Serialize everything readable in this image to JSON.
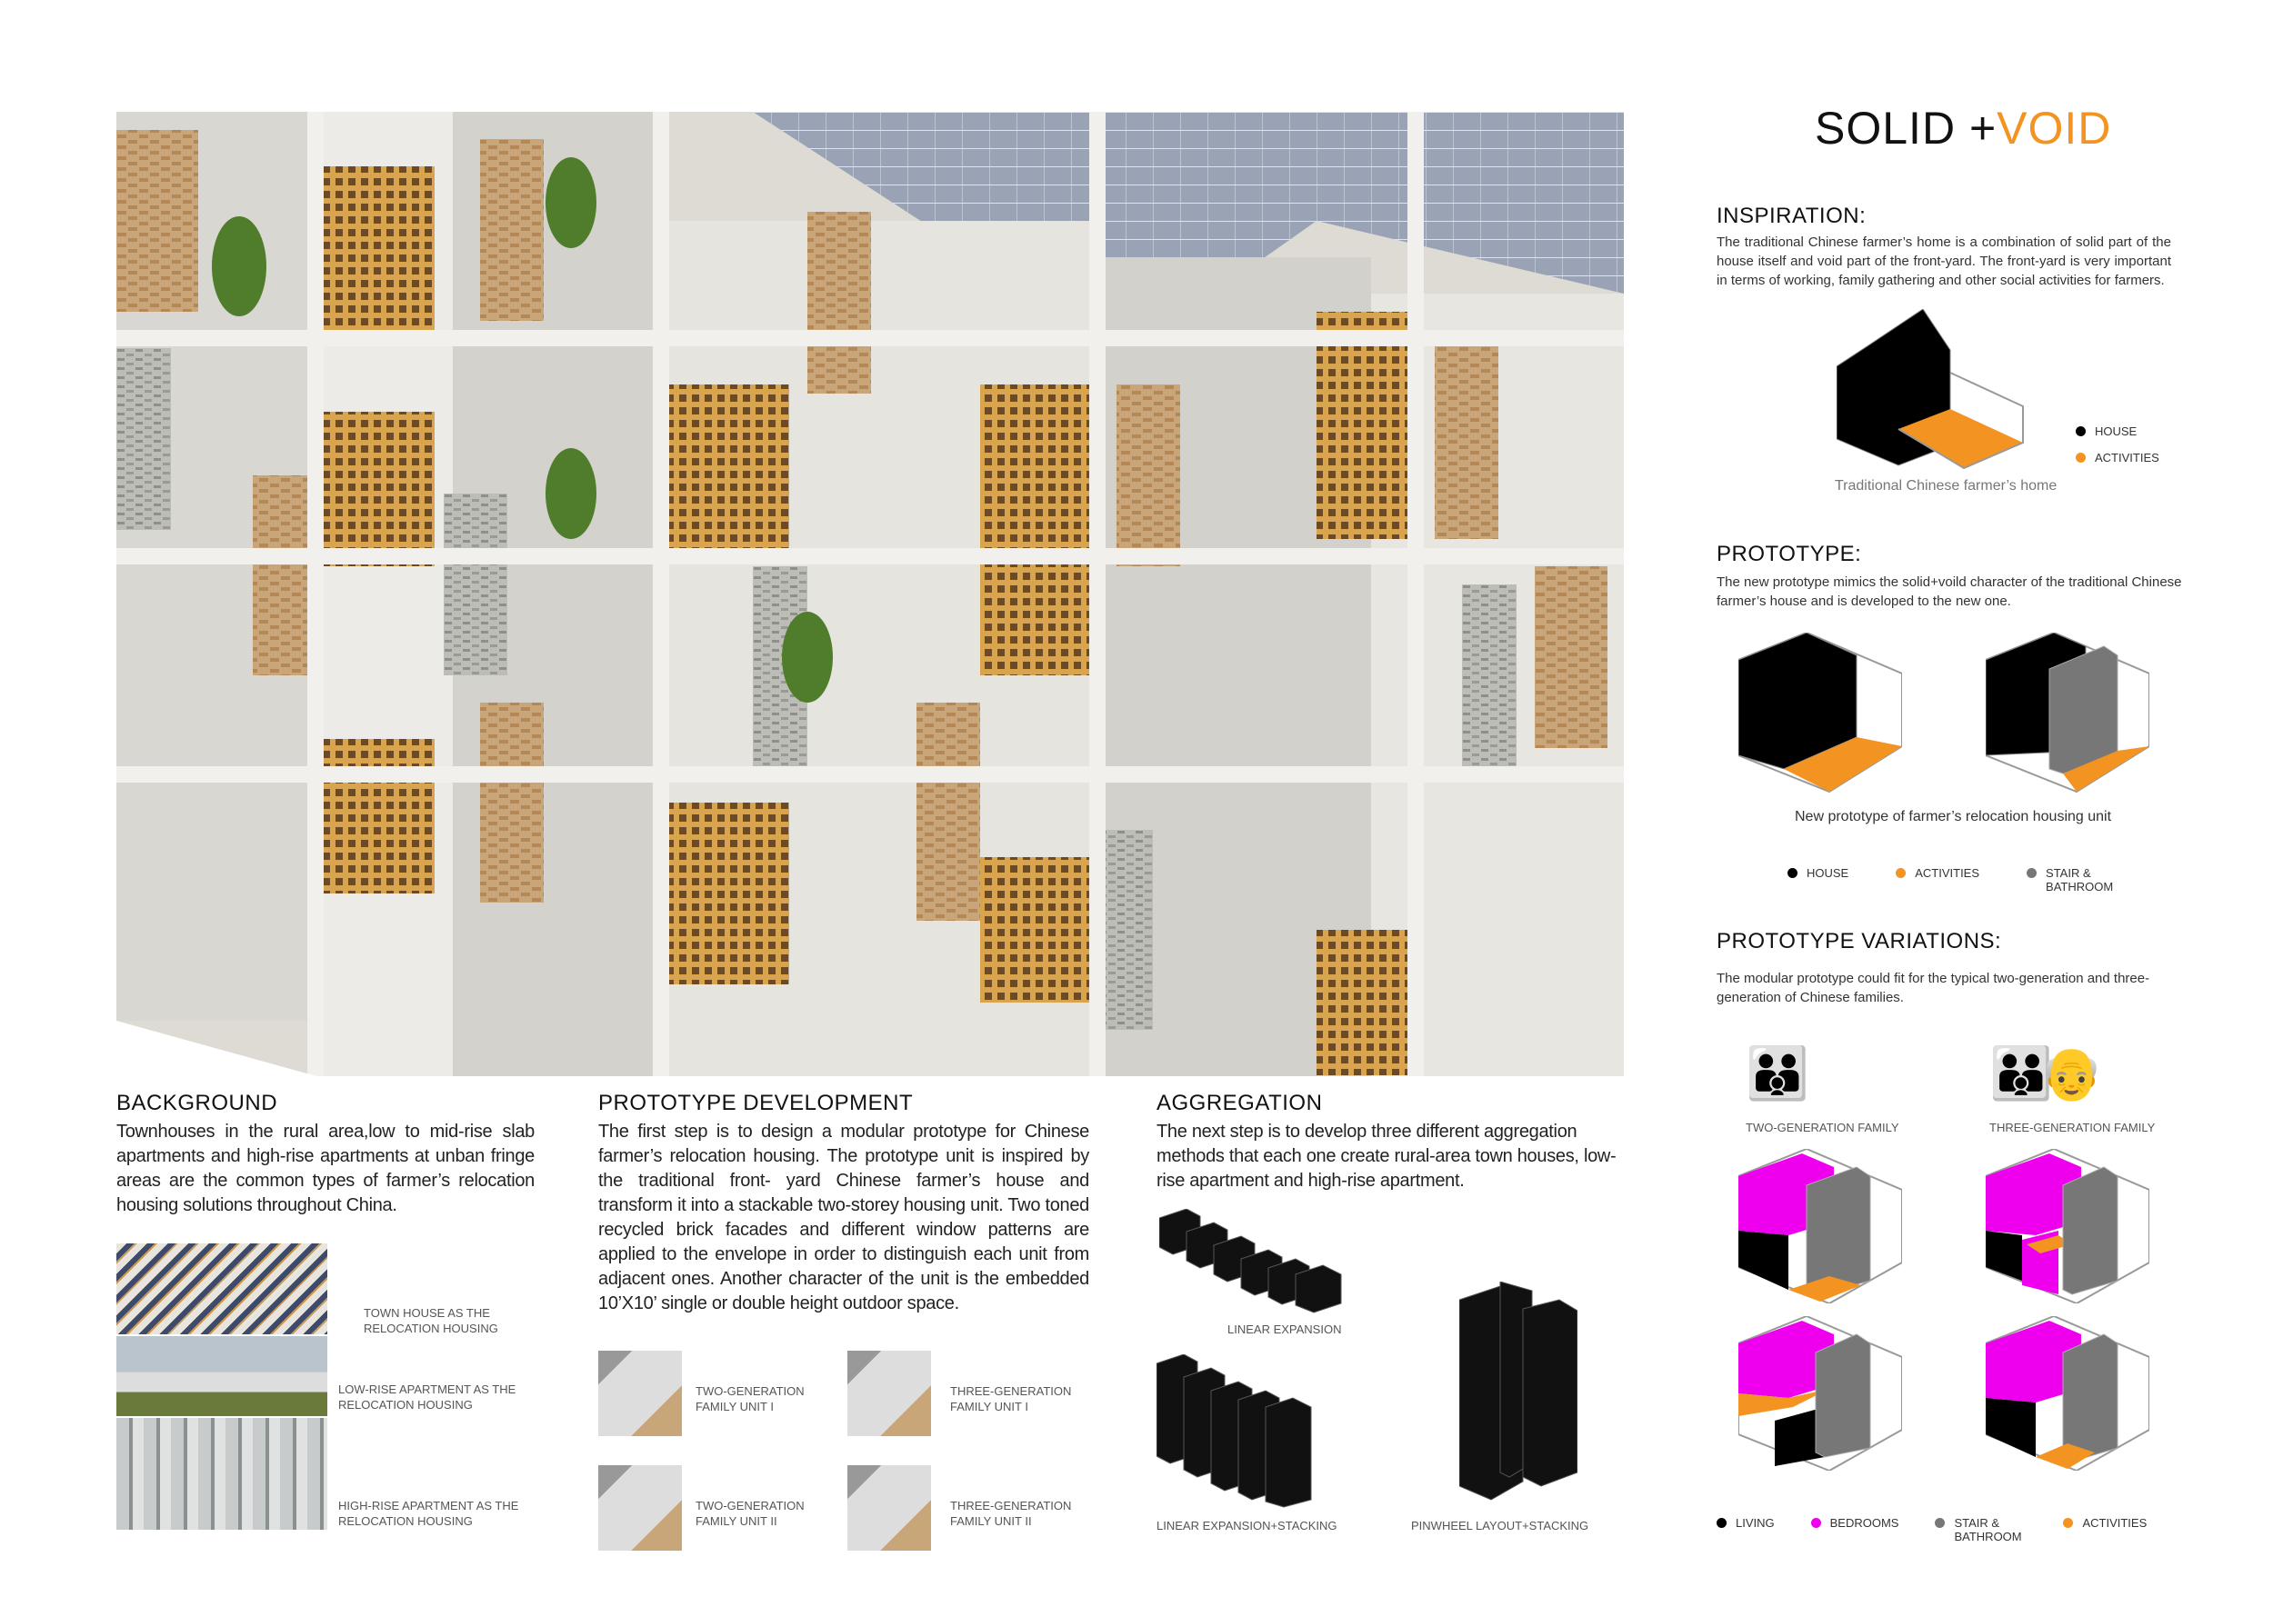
{
  "title": {
    "solid": "SOLID +",
    "void": "VOID"
  },
  "colors": {
    "accent": "#f39322",
    "house": "#000000",
    "bedrooms": "#ee00ee",
    "stair": "#777777"
  },
  "inspiration": {
    "heading": "INSPIRATION:",
    "text": "The traditional Chinese farmer’s home is a combination of solid part of the house itself and void part of the front-yard. The  front-yard is very important in terms of working, family gathering and other social activities for farmers.",
    "caption": "Traditional Chinese farmer’s home",
    "legend": [
      "HOUSE",
      "ACTIVITIES"
    ]
  },
  "prototype": {
    "heading": "PROTOTYPE:",
    "text": "The new prototype mimics the solid+voild character of the traditional Chinese farmer’s house and is developed to the new one.",
    "caption": "New prototype of farmer’s relocation housing unit",
    "legend": [
      "HOUSE",
      "ACTIVITIES",
      "STAIR & BATHROOM"
    ]
  },
  "variations": {
    "heading": "PROTOTYPE VARIATIONS:",
    "text": "The modular  prototype could fit for the typical two-generation and three-generation of Chinese families.",
    "families": [
      "TWO-GENERATION FAMILY",
      "THREE-GENERATION FAMILY"
    ],
    "legend": [
      "LIVING",
      "BEDROOMS",
      "STAIR & BATHROOM",
      "ACTIVITIES"
    ]
  },
  "background": {
    "heading": "BACKGROUND",
    "text": "Townhouses in the rural area,low to mid-rise slab apartments and high-rise apartments at unban fringe areas are the common types of farmer’s relocation  housing  solutions throughout China.",
    "photos": [
      "TOWN HOUSE  AS THE RELOCATION HOUSING",
      "LOW-RISE  APARTMENT  AS THE RELOCATION HOUSING",
      "HIGH-RISE  APARTMENT  AS THE RELOCATION HOUSING"
    ]
  },
  "development": {
    "heading": "PROTOTYPE DEVELOPMENT",
    "text": "The first step is to design a modular prototype for Chinese farmer’s relocation housing. The prototype unit is inspired by the traditional front- yard Chinese farmer’s house and transform  it  into a  stackable two-storey housing unit. Two toned recycled brick facades and different window patterns are applied to the envelope in order to distinguish each unit from adjacent ones. Another character of the unit is  the  embedded 10’X10’ single or double height outdoor space.",
    "units": [
      "TWO-GENERATION FAMILY UNIT I",
      "THREE-GENERATION FAMILY UNIT I",
      "TWO-GENERATION FAMILY UNIT II",
      "THREE-GENERATION FAMILY UNIT II"
    ]
  },
  "aggregation": {
    "heading": "AGGREGATION",
    "text": "The next step is  to develop three different aggregation methods  that  each one create rural-area town houses, low-rise apartment and high-rise apartment.",
    "methods": [
      "LINEAR EXPANSION",
      "LINEAR EXPANSION+STACKING",
      "PINWHEEL LAYOUT+STACKING"
    ]
  }
}
